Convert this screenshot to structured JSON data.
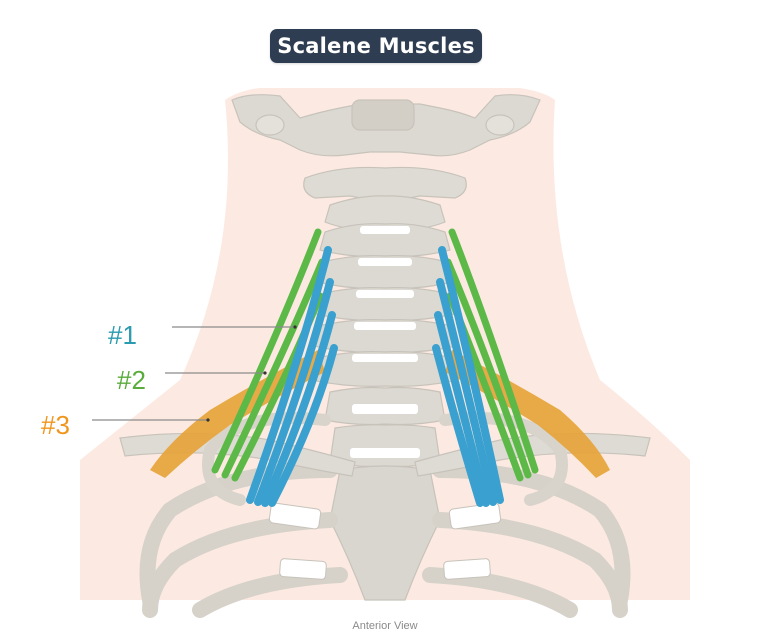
{
  "title": "Scalene Muscles",
  "caption": "Anterior View",
  "labels": [
    {
      "id": "label-1",
      "text": "#1",
      "color": "#2a9bb0"
    },
    {
      "id": "label-2",
      "text": "#2",
      "color": "#5aac3c"
    },
    {
      "id": "label-3",
      "text": "#3",
      "color": "#f0961e"
    }
  ],
  "colors": {
    "muscle_1": "#3aa0cf",
    "muscle_2": "#5cb948",
    "muscle_3": "#e6a43a",
    "bone": "#dcd9d2",
    "skin": "#fbe3da"
  }
}
